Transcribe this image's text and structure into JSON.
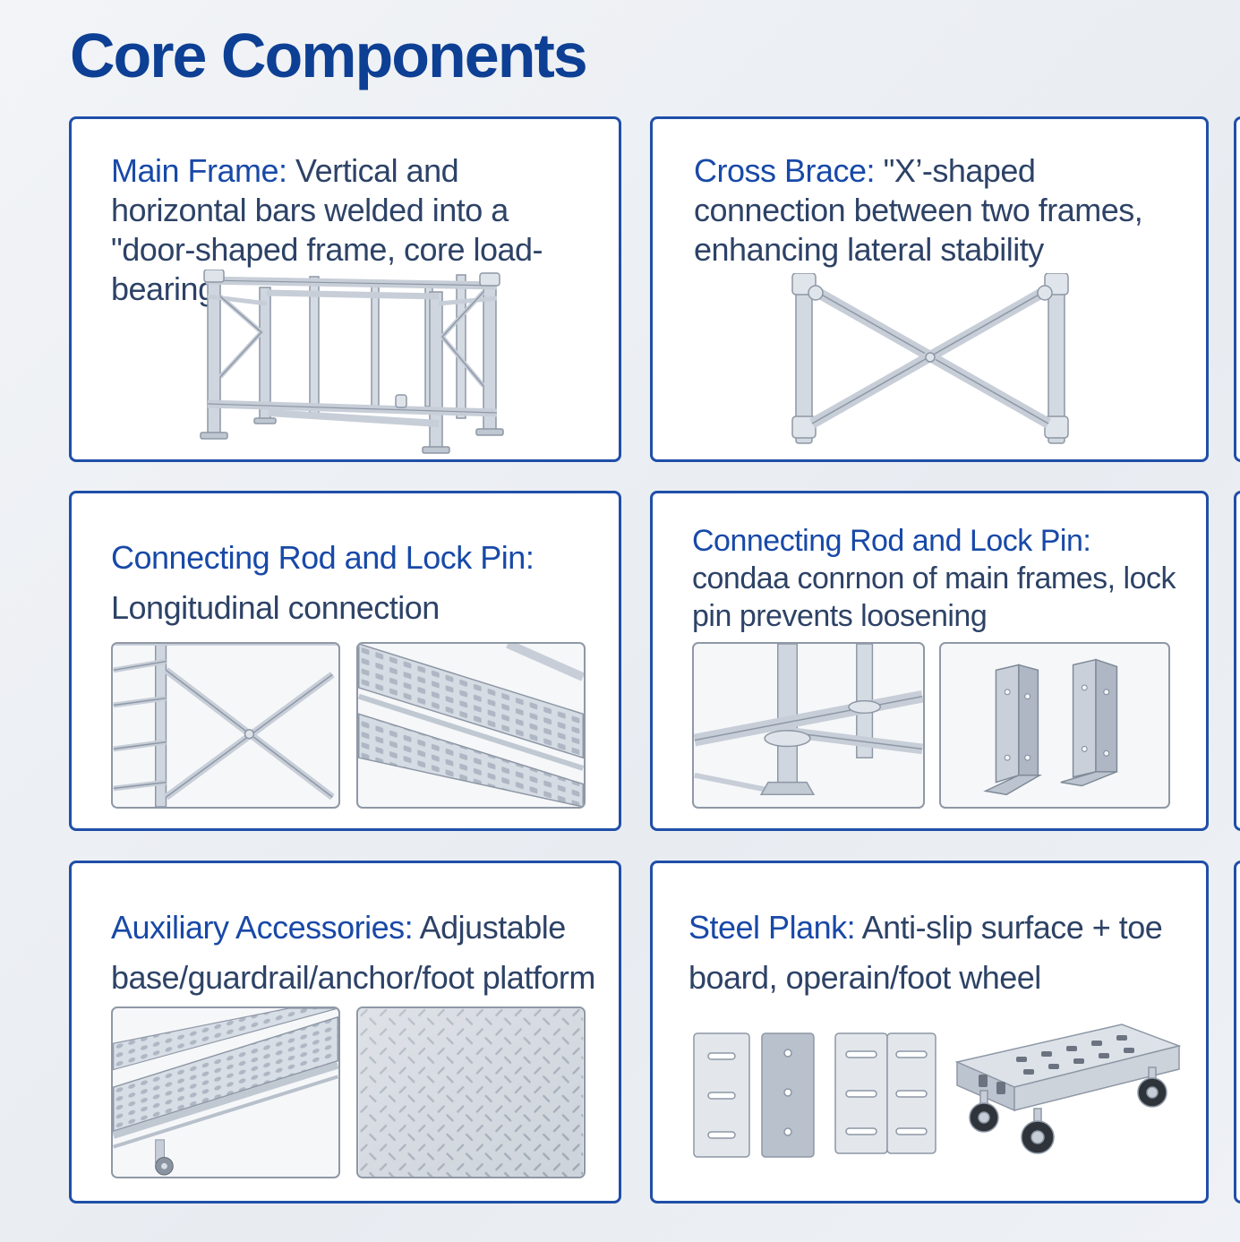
{
  "page_title": "Core Components",
  "cards": [
    {
      "heading": "Main Frame:",
      "text": " Vertical and horizontal bars welded into a \"door-shaped frame, core load-bearing"
    },
    {
      "heading": "Cross Brace:",
      "text": " \"X’-shaped connection between two frames, enhancing lateral stability"
    },
    {
      "heading": "Connecting Rod and Lock Pin:",
      "text": " Longitudinal connection"
    },
    {
      "heading": "Connecting Rod and Lock Pin:",
      "text": " condaa conrnon of main frames, lock pin prevents loosening"
    },
    {
      "heading": "Auxiliary Accessories:",
      "text": " Adjustable base/guardrail/anchor/foot platform"
    },
    {
      "heading": "Steel Plank:",
      "text": " Anti-slip surface + toe board, operain/foot wheel"
    }
  ],
  "colors": {
    "title": "#0d3f94",
    "border": "#1f4fa8",
    "metal": "#c7ced8",
    "metal_stroke": "#8d97a5"
  }
}
